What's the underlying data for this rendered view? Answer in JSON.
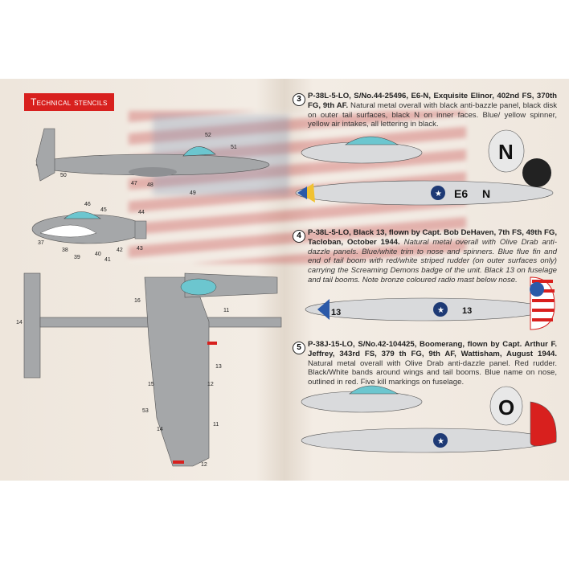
{
  "header": {
    "title": "Technical stencils"
  },
  "stencils": {
    "side": [
      "52",
      "51",
      "50",
      "47",
      "48",
      "49"
    ],
    "nose": [
      "46",
      "45",
      "44",
      "37",
      "38",
      "39",
      "40",
      "41",
      "42",
      "43"
    ],
    "top": [
      "16",
      "11",
      "14",
      "13",
      "12",
      "15",
      "53",
      "14",
      "11",
      "12"
    ]
  },
  "schemes": [
    {
      "number": "3",
      "title": "P-38L-5-LO, S/No.44-25496, E6-N, Exquisite Elinor, 402nd FS, 370th FG, 9th AF.",
      "text": "Natural metal overall with black anti-bazzle panel, black disk on outer tail surfaces, black N on inner faces. Blue/ yellow spinner, yellow air intakes, all lettering in black.",
      "markings": [
        "N",
        "E6",
        "N"
      ]
    },
    {
      "number": "4",
      "title": "P-38L-5-LO, Black 13, flown by Capt. Bob DeHaven, 7th FS, 49th FG, Tacloban, October 1944.",
      "text": "Natural metal overall with Olive Drab anti-dazzle panels. Blue/white trim to nose and spinners. Blue flue fin and end of tail boom with red/white striped rudder (on outer surfaces only) carrying the Screaming Demons badge of the unit. Black 13 on fuselage and tail booms. Note bronze coloured radio mast below nose.",
      "markings": [
        "13",
        "13"
      ]
    },
    {
      "number": "5",
      "title": "P-38J-15-LO, S/No.42-104425, Boomerang, flown by Capt. Arthur F. Jeffrey, 343rd FS, 379 th FG, 9th AF, Wattisham, August 1944.",
      "text": "Natural metal overall with Olive Drab  anti-dazzle panel. Red rudder. Black/White bands around wings and tail booms. Blue name on nose, outlined in red. Five kill markings on fuselage.",
      "markings": [
        "O"
      ]
    }
  ]
}
